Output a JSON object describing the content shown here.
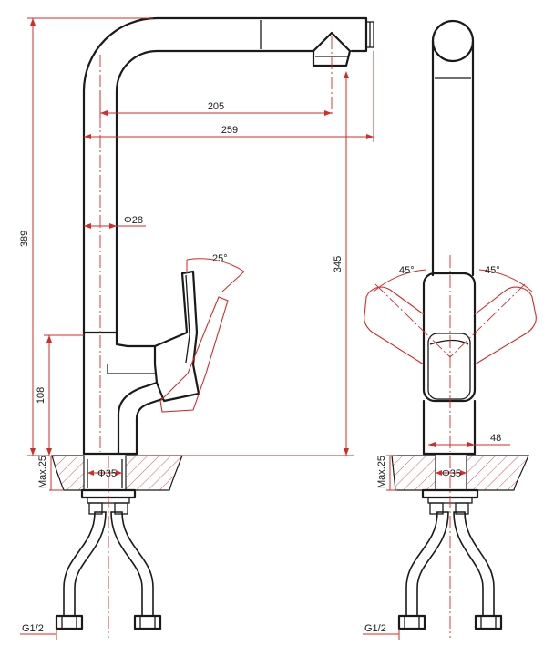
{
  "drawing": {
    "front_view": {
      "height_total": "389",
      "height_spout": "345",
      "reach_205": "205",
      "reach_259": "259",
      "body_height": "108",
      "spout_diameter": "Φ28",
      "handle_angle": "25°",
      "deck_thickness": "Max.25",
      "hole_diameter": "Φ35",
      "thread": "G1/2"
    },
    "side_view": {
      "handle_angle_left": "45°",
      "handle_angle_right": "45°",
      "offset": "48",
      "deck_thickness": "Max.25",
      "hole_diameter": "Φ35",
      "thread": "G1/2"
    }
  }
}
